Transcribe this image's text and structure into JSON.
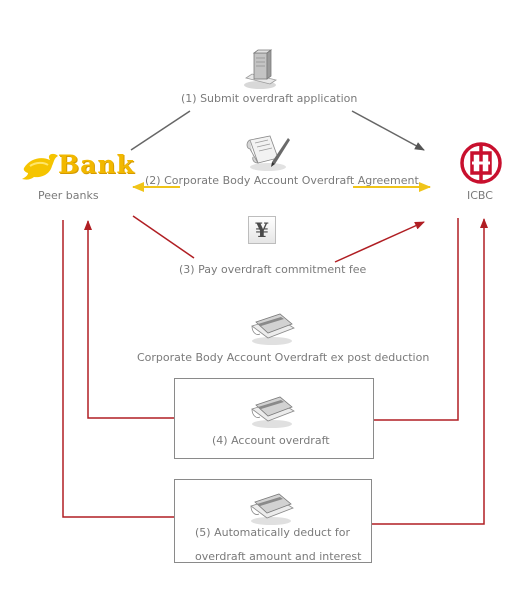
{
  "nodes": {
    "peer_banks": {
      "logo_text": "Bank",
      "label": "Peer banks"
    },
    "icbc": {
      "label": "ICBC"
    }
  },
  "steps": {
    "s1": "(1) Submit overdraft application",
    "s2": "(2) Corporate Body Account Overdraft Agreement",
    "s3": "(3) Pay overdraft commitment fee",
    "section": "Corporate Body Account Overdraft ex post deduction",
    "s4": "(4) Account overdraft",
    "s5_line1": "(5) Automatically deduct for",
    "s5_line2": "overdraft amount and interest"
  },
  "icons": {
    "document": "document-stack-icon",
    "contract": "contract-pen-icon",
    "yen": "yen-icon",
    "card": "bank-card-icon"
  },
  "yen_symbol": "¥",
  "colors": {
    "gray_arrow": "#666666",
    "yellow_arrow": "#f0c419",
    "red_arrow": "#b01e23",
    "text": "#7a7a7a",
    "box_border": "#8a8a8a",
    "icbc_red": "#c8102e",
    "bank_gold": "#f2b800"
  }
}
